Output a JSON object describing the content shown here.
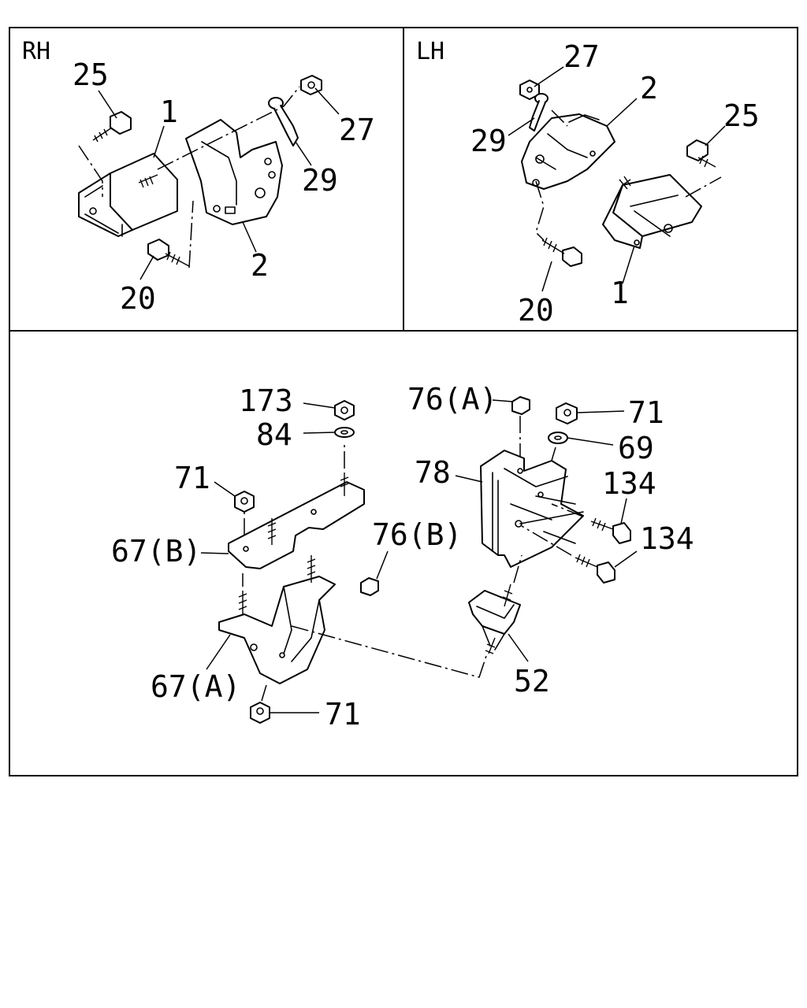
{
  "panels": {
    "rh": {
      "label": "RH"
    },
    "lh": {
      "label": "LH"
    }
  },
  "callouts": {
    "rh": {
      "c25": "25",
      "c1": "1",
      "c27": "27",
      "c29": "29",
      "c2": "2",
      "c20": "20"
    },
    "lh": {
      "c27": "27",
      "c2": "2",
      "c25": "25",
      "c29": "29",
      "c20": "20",
      "c1": "1"
    },
    "bottom": {
      "c173": "173",
      "c84": "84",
      "c71_top": "71",
      "c67b": "67(B)",
      "c76b": "76(B)",
      "c67a": "67(A)",
      "c71_bottom": "71",
      "c76a": "76(A)",
      "c71_right": "71",
      "c69": "69",
      "c78": "78",
      "c134_upper": "134",
      "c134_lower": "134",
      "c52": "52"
    }
  }
}
